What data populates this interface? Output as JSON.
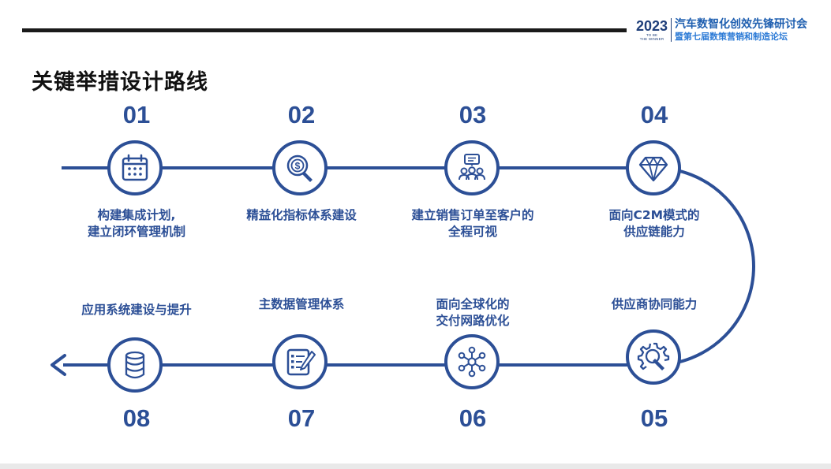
{
  "header": {
    "logo_year": "2023",
    "logo_sub1": "TO BE",
    "logo_sub2": "THE WINNER",
    "logo_line1": "汽车数智化创效先锋研讨会",
    "logo_line2": "暨第七届数策营销和制造论坛"
  },
  "title": "关键举措设计路线",
  "steps": [
    {
      "num": "01",
      "line1": "构建集成计划,",
      "line2": "建立闭环管理机制",
      "icon": "calendar-icon"
    },
    {
      "num": "02",
      "line1": "精益化指标体系建设",
      "line2": "",
      "icon": "dollar-search-icon"
    },
    {
      "num": "03",
      "line1": "建立销售订单至客户的",
      "line2": "全程可视",
      "icon": "team-chat-icon"
    },
    {
      "num": "04",
      "line1": "面向C2M模式的",
      "line2": "供应链能力",
      "icon": "diamond-icon"
    },
    {
      "num": "05",
      "line1": "供应商协同能力",
      "line2": "",
      "icon": "gear-wrench-icon"
    },
    {
      "num": "06",
      "line1": "面向全球化的",
      "line2": "交付网路优化",
      "icon": "network-icon"
    },
    {
      "num": "07",
      "line1": "主数据管理体系",
      "line2": "",
      "icon": "checklist-icon"
    },
    {
      "num": "08",
      "line1": "应用系统建设与提升",
      "line2": "",
      "icon": "database-icon"
    }
  ],
  "colors": {
    "accent": "#2c4f96",
    "logo_blue": "#1f5fb0"
  }
}
